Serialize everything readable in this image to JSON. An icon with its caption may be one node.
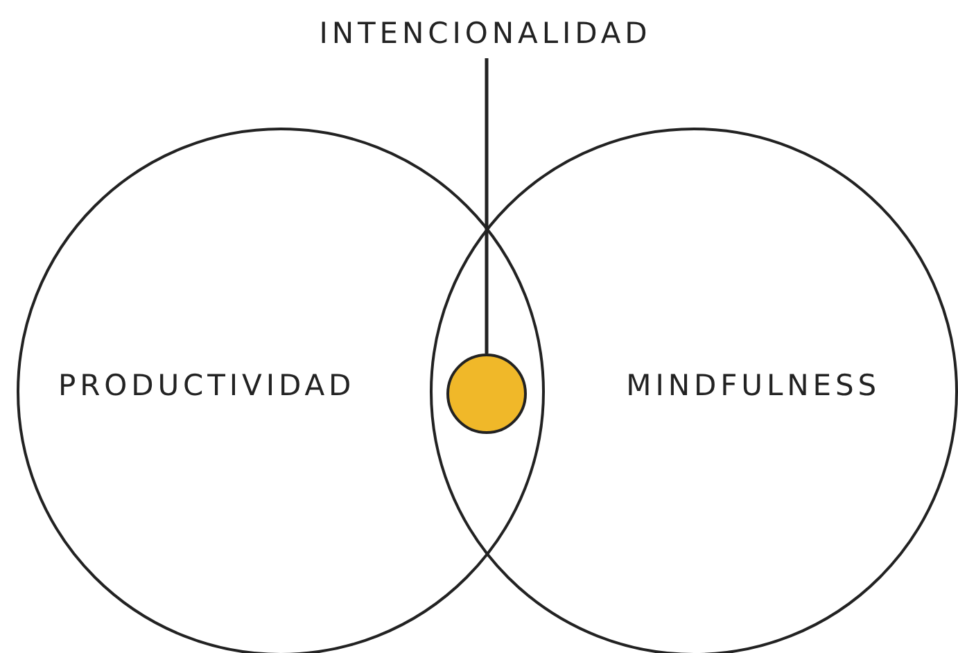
{
  "diagram": {
    "nodes": [
      {
        "text": [
          "PRODUCTIVIDAD"
        ]
      },
      {
        "text": [
          "MINDFULNESS"
        ]
      },
      {
        "text": [
          "INTENCIONALIDAD"
        ]
      },
      {
        "text": [],
        "shape": "circle"
      }
    ],
    "edges": [
      {
        "from": 2,
        "to": 3,
        "arrow": "none"
      }
    ]
  }
}
